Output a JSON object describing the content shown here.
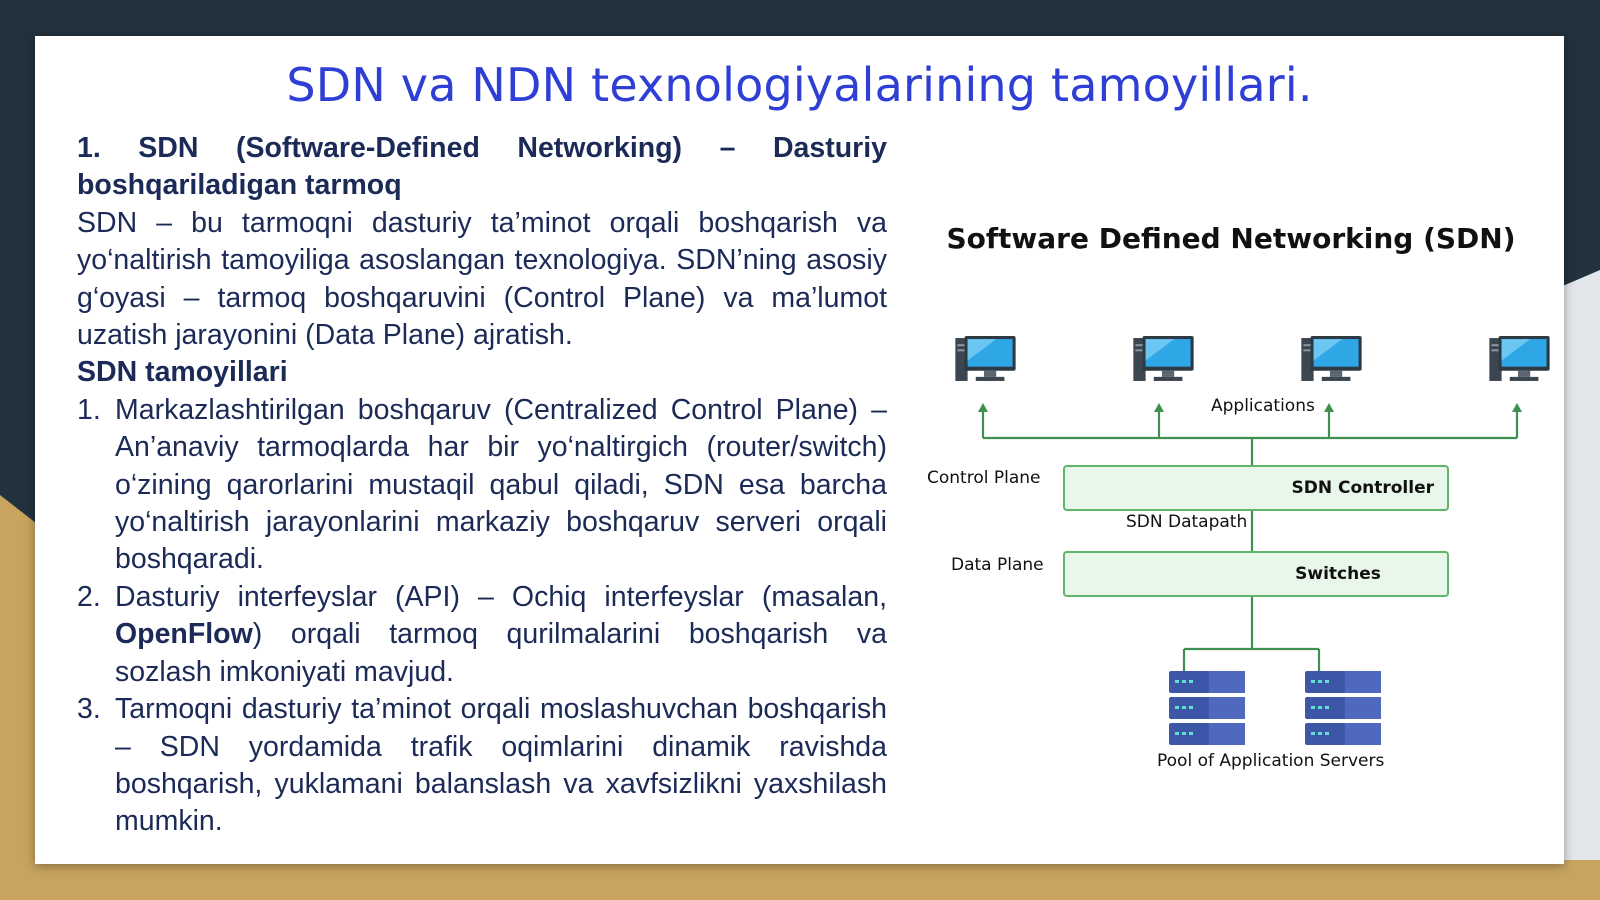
{
  "slide": {
    "title": "SDN va NDN texnologiyalarining tamoyillari.",
    "section1_heading": "1. SDN (Software-Defined Networking) – Dasturiy boshqariladigan tarmoq",
    "section1_body": "SDN – bu tarmoqni dasturiy ta’minot orqali boshqarish va yo‘naltirish tamoyiliga asoslangan texnologiya. SDN’ning asosiy g‘oyasi – tarmoq boshqaruvini (Control Plane) va ma’lumot uzatish jarayonini (Data Plane) ajratish.",
    "principles_heading": "SDN tamoyillari",
    "principles": [
      {
        "num": "1.",
        "text": "Markazlashtirilgan boshqaruv (Centralized Control Plane) – An’anaviy tarmoqlarda har bir yo‘naltirgich (router/switch) o‘zining qarorlarini mustaqil qabul qiladi, SDN esa barcha yo‘naltirish jarayonlarini markaziy boshqaruv serveri orqali boshqaradi."
      },
      {
        "num": "2.",
        "text_before": "Dasturiy interfeyslar (API) – Ochiq interfeyslar (masalan, ",
        "bold": "OpenFlow",
        "text_after": ") orqali tarmoq qurilmalarini boshqarish va sozlash imkoniyati mavjud."
      },
      {
        "num": "3.",
        "text": "Tarmoqni dasturiy ta’minot orqali moslashuvchan boshqarish – SDN yordamida trafik oqimlarini dinamik ravishda boshqarish, yuklamani balanslash va xavfsizlikni yaxshilash mumkin."
      }
    ]
  },
  "diagram": {
    "title": "Software Defined Networking (SDN)",
    "applications_label": "Applications",
    "control_plane_label": "Control Plane",
    "controller_label": "SDN Controller",
    "datapath_label": "SDN Datapath",
    "data_plane_label": "Data Plane",
    "switches_label": "Switches",
    "servers_label": "Pool of Application Servers",
    "colors": {
      "title_blue": "#2f3fd6",
      "text_navy": "#1c2a57",
      "line_green": "#3f8f4f",
      "box_fill": "#e9f7ea",
      "monitor_blue": "#2fa6e6",
      "server_blue": "#3e56a8"
    }
  }
}
